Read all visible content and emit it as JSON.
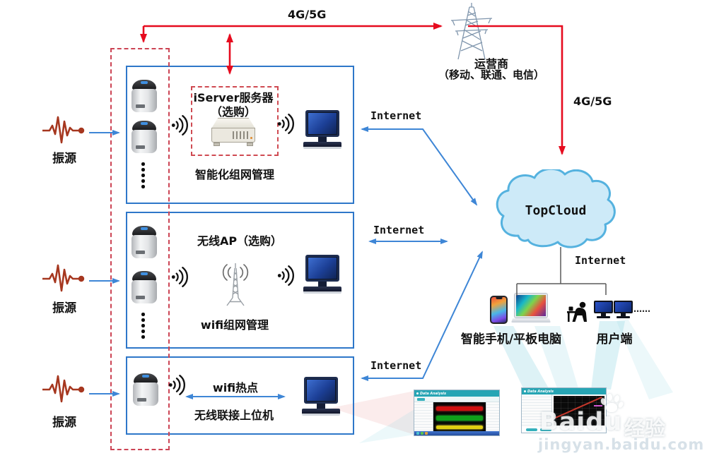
{
  "colors": {
    "link_red": "#e60b1e",
    "dashed_red": "#cc4454",
    "box_blue": "#2e77c9",
    "arrow_blue": "#3e86d6",
    "cloud_fill": "#cdeaf8",
    "cloud_stroke": "#55b2df",
    "wave_red": "#a6371f",
    "app_teal": "#27a5b4"
  },
  "top": {
    "link_4g5g": "4G/5G",
    "operator_name": "运营商",
    "operator_detail": "（移动、联通、电信）",
    "right_4g5g": "4G/5G"
  },
  "sources": [
    {
      "label": "振源"
    },
    {
      "label": "振源"
    },
    {
      "label": "振源"
    }
  ],
  "box1": {
    "server_title": "iServer服务器",
    "server_subtitle": "（选购）",
    "caption": "智能化组网管理"
  },
  "box2": {
    "title": "无线AP（选购）",
    "caption": "wifi组网管理"
  },
  "box3": {
    "title": "wifi热点",
    "caption": "无线联接上位机"
  },
  "links": {
    "internet_box1": "Internet",
    "internet_box2": "Internet",
    "internet_box3": "Internet",
    "internet_cloud": "Internet"
  },
  "cloud": {
    "name": "TopCloud"
  },
  "clients": {
    "mobile_label": "智能手机/平板电脑",
    "users_label": "用户端",
    "more": "……"
  },
  "screenshots": [
    {
      "title": "Data Analysis"
    },
    {
      "title": "Data Analysis"
    }
  ],
  "watermark": {
    "brand": "Baidu",
    "suffix": "经验",
    "url": "jingyan.baidu.com"
  }
}
